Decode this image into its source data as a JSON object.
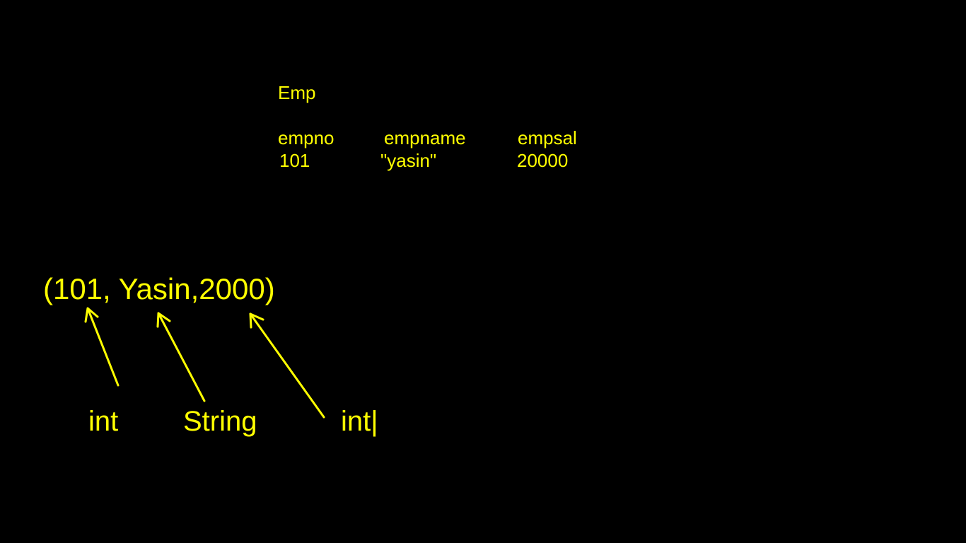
{
  "colors": {
    "background": "#000000",
    "ink": "#ffff00"
  },
  "table": {
    "title": "Emp",
    "columns": [
      "empno",
      "empname",
      "empsal"
    ],
    "row": [
      "101",
      "\"yasin\"",
      "20000"
    ]
  },
  "tuple_text": "(101, Yasin,2000)",
  "type_labels": [
    "int",
    "String",
    "int|"
  ]
}
